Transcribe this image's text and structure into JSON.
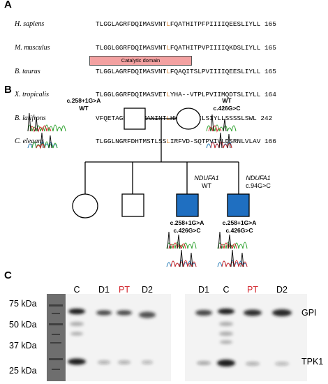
{
  "panelA": {
    "letter": "A",
    "rows": [
      {
        "species": "H. sapiens",
        "pre": "TLGGLAGRFDQIMASVNT",
        "mid": "L",
        "post": "FQATHITPFPIIIIQEESLIYLL",
        "num": "165"
      },
      {
        "species": "M. musculus",
        "pre": "TLGGLGGRFDQIMASVNT",
        "mid": "L",
        "post": "FQATHITPVPIIIIQKDSLIYLL",
        "num": "165"
      },
      {
        "species": "B. taurus",
        "pre": "TLGGLAGRFDQIMASVNT",
        "mid": "L",
        "post": "FQAQITSLPVIIIIQEESLIYLL",
        "num": "165"
      },
      {
        "species": "X. tropicalis",
        "pre": "TLGGLGGRFDQIMASVET",
        "mid": "L",
        "post": "YHA--VTPLPVIIMQDTSLIYLL",
        "num": "164"
      },
      {
        "species": "B. latifrons",
        "pre": "VFQETAGRLDHIMANINT",
        "mid": "L",
        "post": "HKLQ-SDILSIYLLSSSSLSWL",
        "num": "242"
      },
      {
        "species": "C. elegans",
        "pre": "TLGGLNGRFDHTMSTLSS",
        "mid": "L",
        "post": "IRFVD-SQTPVIVLDSRNLVLAV",
        "num": "166"
      }
    ],
    "domain_label": "Catalytic domain"
  },
  "panelB": {
    "letter": "B",
    "father_mut": "c.258+1G>A",
    "father_status": "WT",
    "mother_status": "WT",
    "mother_mut": "c.426G>C",
    "gene1": "NDUFA1",
    "gene1_status": "WT",
    "gene2": "NDUFA1",
    "gene2_status": "c.94G>C",
    "child1_mut1": "c.258+1G>A",
    "child1_mut2": "c.426G>C",
    "child2_mut1": "c.258+1G>A",
    "child2_mut2": "c.426G>C",
    "affected_color": "#1f6fc1"
  },
  "panelC": {
    "letter": "C",
    "mw": [
      "75 kDa",
      "50 kDa",
      "37 kDa",
      "25 kDa"
    ],
    "lanes_left": [
      "C",
      "D1",
      "PT",
      "D2"
    ],
    "lanes_right": [
      "D1",
      "C",
      "PT",
      "D2"
    ],
    "highlight_lane": "PT",
    "highlight_color": "#d2242b",
    "proteins": [
      "GPI",
      "TPK1"
    ]
  }
}
